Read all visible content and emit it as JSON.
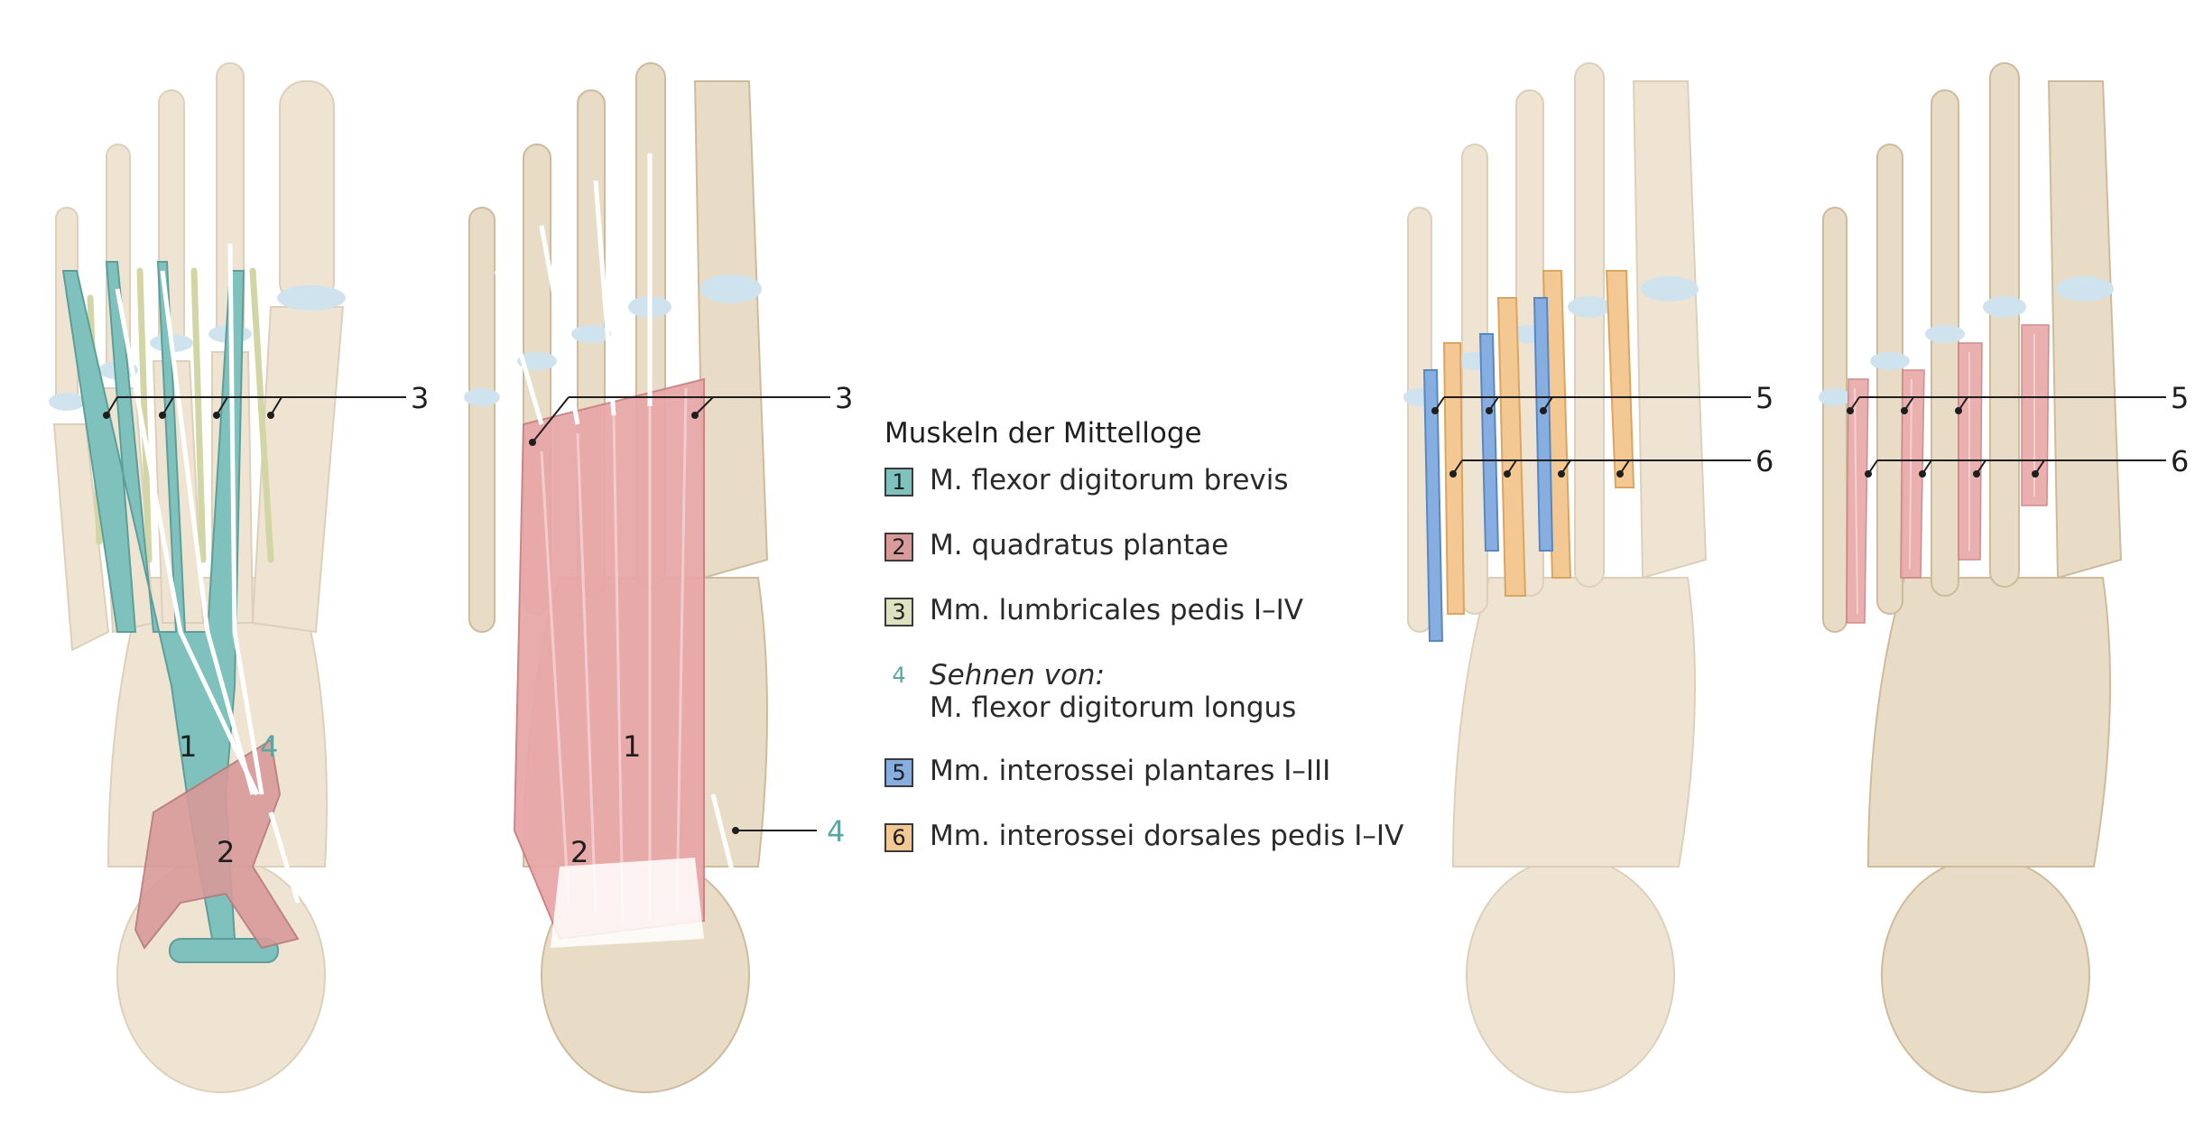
{
  "legend": {
    "title": "Muskeln der Mittelloge",
    "items": [
      {
        "num": "1",
        "label": "M. flexor digitorum brevis",
        "color": "#7fc1bd"
      },
      {
        "num": "2",
        "label": "M. quadratus plantae",
        "color": "#d99a9a"
      },
      {
        "num": "3",
        "label": "Mm. lumbricales pedis I–IV",
        "color": "#dfe2bf"
      },
      {
        "num": "4",
        "label_italic": "Sehnen von:",
        "label": "M. flexor digitorum longus",
        "color": "#5aa7a2"
      },
      {
        "num": "5",
        "label": "Mm. interossei plantares I–III",
        "color": "#86aee0"
      },
      {
        "num": "6",
        "label": "Mm. interossei dorsales pedis I–IV",
        "color": "#f3c892"
      }
    ]
  },
  "figure1": {
    "label_1": "1",
    "label_2": "2",
    "label_3": "3",
    "label_4": "4"
  },
  "figure2": {
    "label_1": "1",
    "label_2": "2",
    "label_3": "3",
    "label_4": "4"
  },
  "figure3": {
    "label_5": "5",
    "label_6": "6"
  },
  "figure4": {
    "label_5": "5",
    "label_6": "6"
  },
  "colors": {
    "bone_light": "#efe4d2",
    "bone_dark": "#d8c8ae",
    "cartilage": "#cfe3ee",
    "fdb": "#6fb8b3",
    "qp": "#cf8c8c",
    "lumbrical": "#d9dcae",
    "muscle_pink": "#e8a8a8",
    "interossei_plantar": "#6f9fd6",
    "interossei_dorsal": "#f1c085"
  }
}
